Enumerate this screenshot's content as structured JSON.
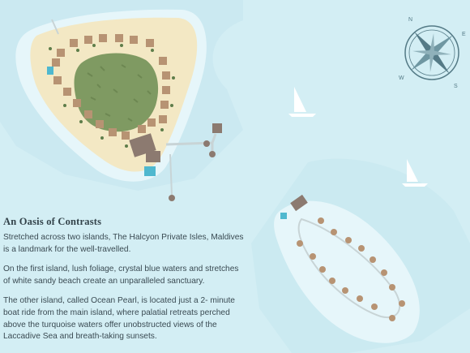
{
  "section": {
    "heading": "An Oasis of Contrasts",
    "paragraphs": [
      "Stretched across two islands, The Halcyon Private Isles, Maldives is a landmark for the well-travelled.",
      "On the first island, lush foliage, crystal blue waters and stretches of white sandy beach create an unparalleled sanctuary.",
      "The other island, called Ocean Pearl, is located just a 2- minute boat ride from the main island, where palatial  retreats perched above the turquoise waters offer  unobstructed views of the Laccadive Sea and breath-taking  sunsets."
    ]
  },
  "compass": {
    "north": "N",
    "east": "E",
    "south": "S",
    "west": "W"
  },
  "colors": {
    "sea": "#d3eef4",
    "lagoon": "#e6f6fa",
    "reef": "#c4e6ee",
    "sand": "#f3e8c4",
    "jungle": "#7f9a62",
    "villa_roof": "#b79373",
    "compass": "#547a86"
  }
}
